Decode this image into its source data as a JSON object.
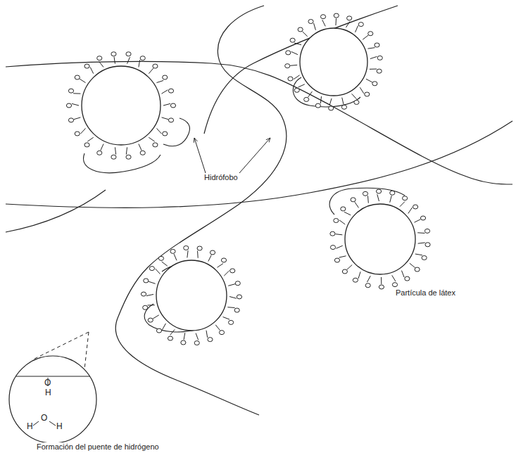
{
  "diagram": {
    "labels": [
      "Hidrófobo",
      "Partícula de látex",
      "O",
      "H",
      "H",
      "O",
      "H",
      "Formación del puente de hidrógeno"
    ]
  }
}
